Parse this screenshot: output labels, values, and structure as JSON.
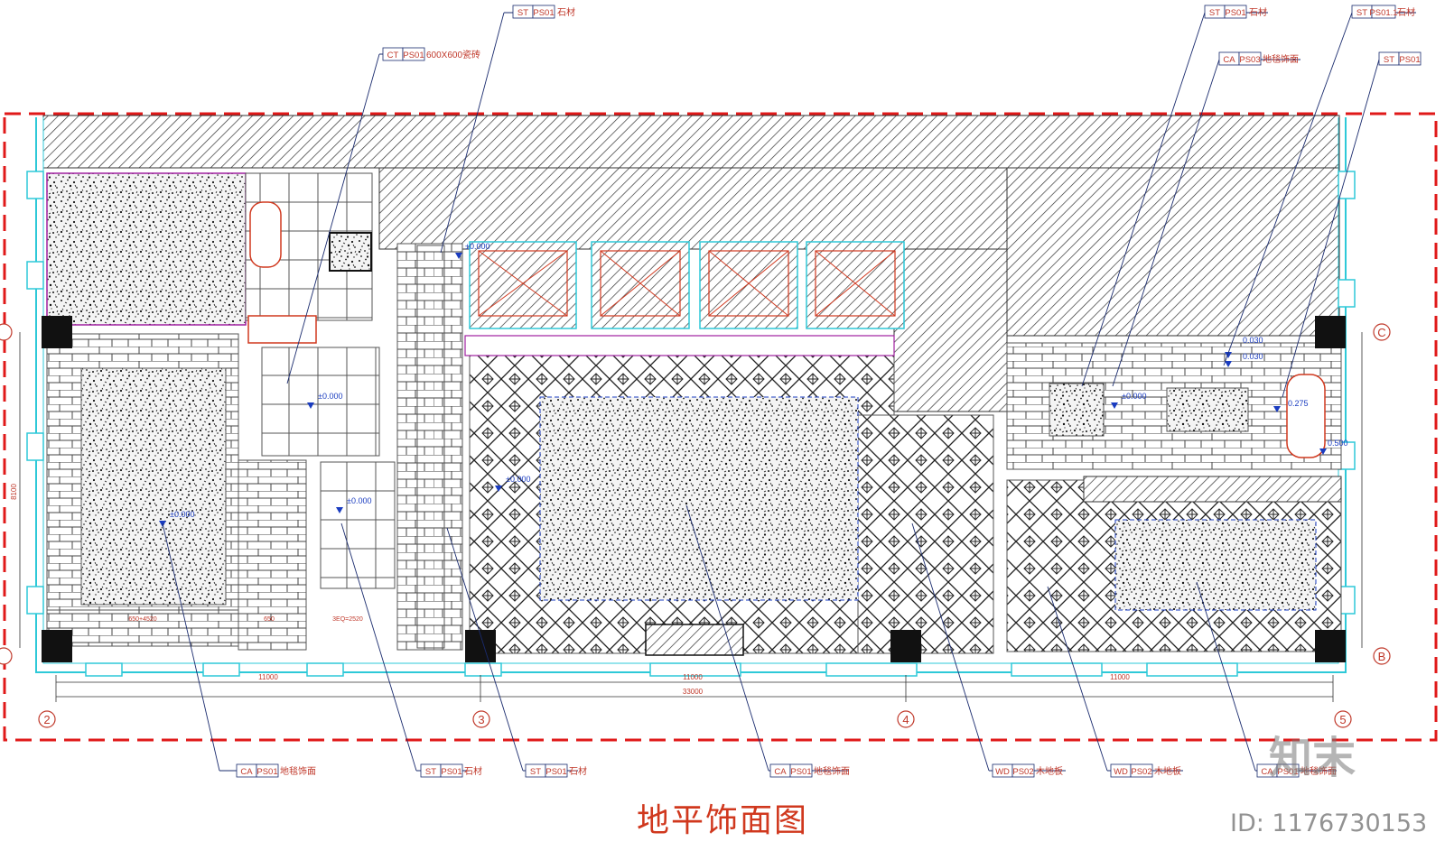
{
  "title": "地平饰面图",
  "watermark": {
    "logo": "知末",
    "id": "ID: 1176730153"
  },
  "levels": [
    "±0.000",
    "±0.000",
    "±0.000",
    "±0.000",
    "±0.000",
    "±0.000",
    "0.030",
    "0.030",
    "0.275",
    "0.500"
  ],
  "top_tags": [
    {
      "cat": "ST",
      "code": "PS01",
      "text": "石材"
    },
    {
      "cat": "CT",
      "code": "PS01",
      "text": "600X600瓷砖"
    },
    {
      "cat": "ST",
      "code": "PS01",
      "text": "石材"
    },
    {
      "cat": "CA",
      "code": "PS03",
      "text": "地毯饰面"
    },
    {
      "cat": "ST",
      "code": "PS01.1",
      "text": "石材"
    },
    {
      "cat": "ST",
      "code": "PS01",
      "text": ""
    }
  ],
  "bottom_tags": [
    {
      "cat": "CA",
      "code": "PS01",
      "text": "地毯饰面"
    },
    {
      "cat": "ST",
      "code": "PS01",
      "text": "石材"
    },
    {
      "cat": "ST",
      "code": "PS01",
      "text": "石材"
    },
    {
      "cat": "CA",
      "code": "PS01",
      "text": "地毯饰面"
    },
    {
      "cat": "WD",
      "code": "PS02",
      "text": "木地板"
    },
    {
      "cat": "WD",
      "code": "PS02",
      "text": "木地板"
    },
    {
      "cat": "CA",
      "code": "PS01",
      "text": "地毯饰面"
    }
  ],
  "dimensions": {
    "bay1": "11000",
    "bay2": "11000",
    "bay3": "11000",
    "total": "33000",
    "height": "8100",
    "small": [
      "650+4520",
      "3EQ=2520",
      "650"
    ]
  },
  "axes": {
    "columns": [
      "2",
      "3",
      "4",
      "5"
    ],
    "rows": [
      "C",
      "B"
    ]
  }
}
